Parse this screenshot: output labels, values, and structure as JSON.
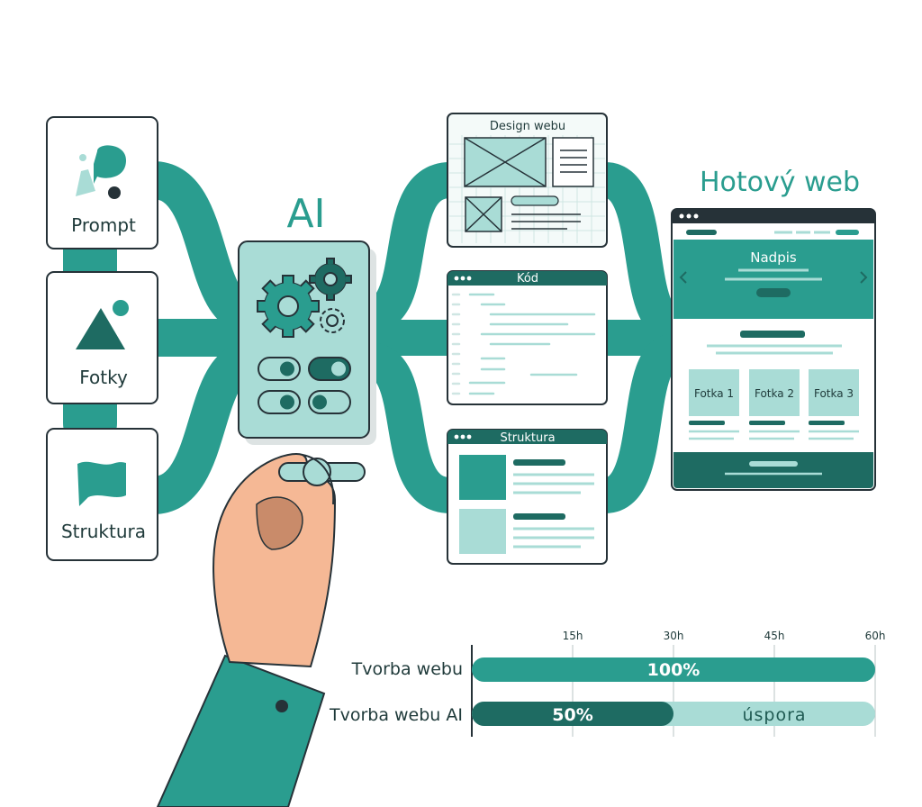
{
  "inputs": {
    "prompt": "Prompt",
    "photos": "Fotky",
    "structure": "Struktura"
  },
  "ai_label": "AI",
  "outputs": {
    "design": "Design webu",
    "code": "Kód",
    "structure": "Struktura"
  },
  "result": {
    "title": "Hotový web",
    "heading": "Nadpis",
    "photos": [
      "Fotka 1",
      "Fotka 2",
      "Fotka 3"
    ]
  },
  "comparison": {
    "ticks": [
      "15h",
      "30h",
      "45h",
      "60h"
    ],
    "tick_values": [
      15,
      30,
      45,
      60
    ],
    "max_hours": 60,
    "rows": [
      {
        "label": "Tvorba webu",
        "hours": 60,
        "value_label": "100%"
      },
      {
        "label": "Tvorba webu AI",
        "hours": 30,
        "value_label": "50%",
        "saving_hours": 30,
        "saving_label": "úspora"
      }
    ]
  },
  "colors": {
    "primary": "#2a9d8f",
    "dark": "#1e6b62",
    "light": "#a9dcd6",
    "outline": "#263238",
    "skin": "#f5b895"
  },
  "icons": {
    "prompt": "chat-bubble-icon",
    "photos": "mountain-icon",
    "structure": "flag-icon",
    "ai": "gears-icon"
  }
}
